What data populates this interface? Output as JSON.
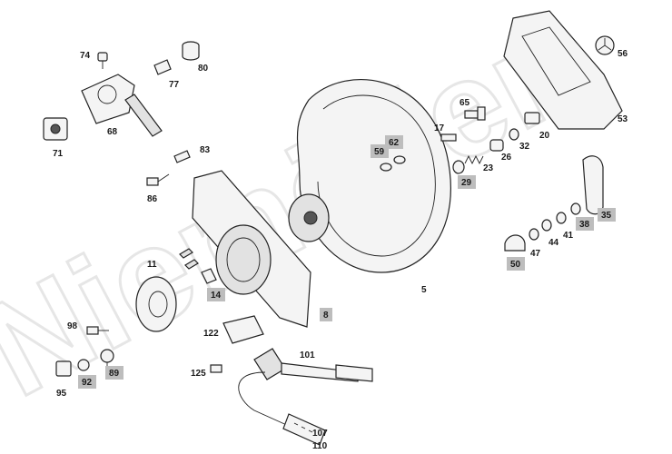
{
  "watermark": "Niemöller",
  "parts": [
    {
      "label": "74",
      "highlighted": false
    },
    {
      "label": "80",
      "highlighted": false
    },
    {
      "label": "77",
      "highlighted": false
    },
    {
      "label": "71",
      "highlighted": false
    },
    {
      "label": "68",
      "highlighted": false
    },
    {
      "label": "83",
      "highlighted": false
    },
    {
      "label": "86",
      "highlighted": false
    },
    {
      "label": "11",
      "highlighted": false
    },
    {
      "label": "14",
      "highlighted": true
    },
    {
      "label": "98",
      "highlighted": false
    },
    {
      "label": "95",
      "highlighted": false
    },
    {
      "label": "92",
      "highlighted": true
    },
    {
      "label": "89",
      "highlighted": true
    },
    {
      "label": "122",
      "highlighted": false
    },
    {
      "label": "125",
      "highlighted": false
    },
    {
      "label": "101",
      "highlighted": false
    },
    {
      "label": "107",
      "highlighted": false
    },
    {
      "label": "110",
      "highlighted": false
    },
    {
      "label": "8",
      "highlighted": true
    },
    {
      "label": "5",
      "highlighted": false
    },
    {
      "label": "59",
      "highlighted": true
    },
    {
      "label": "62",
      "highlighted": true
    },
    {
      "label": "65",
      "highlighted": false
    },
    {
      "label": "17",
      "highlighted": false
    },
    {
      "label": "29",
      "highlighted": true
    },
    {
      "label": "23",
      "highlighted": false
    },
    {
      "label": "26",
      "highlighted": false
    },
    {
      "label": "32",
      "highlighted": false
    },
    {
      "label": "20",
      "highlighted": false
    },
    {
      "label": "56",
      "highlighted": false
    },
    {
      "label": "53",
      "highlighted": false
    },
    {
      "label": "35",
      "highlighted": true
    },
    {
      "label": "38",
      "highlighted": true
    },
    {
      "label": "41",
      "highlighted": false
    },
    {
      "label": "44",
      "highlighted": false
    },
    {
      "label": "47",
      "highlighted": false
    },
    {
      "label": "50",
      "highlighted": true
    }
  ]
}
